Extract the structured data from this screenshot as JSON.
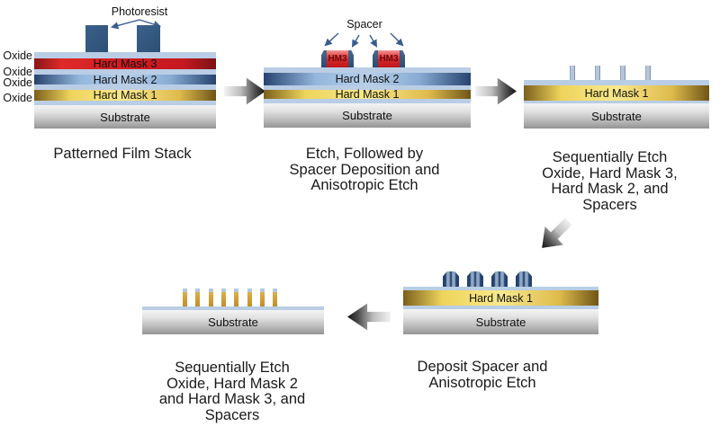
{
  "colors": {
    "oxide": "#b9cde5",
    "hard_mask_3_red": "#d01b20",
    "hard_mask_2_blue": "#b7d0ea",
    "hard_mask_2_edge": "#26436f",
    "hard_mask_1_gold": "#f8e98c",
    "hard_mask_1_edge": "#7c5f1b",
    "substrate_gray": "#b3b3b3",
    "photoresist_navy": "#2f5278",
    "spacer_navy": "#24426e",
    "gray_pillar": "#b6c5d8",
    "gold_pillar": "#c08c25",
    "annotation_arrow": "#3a5d8e",
    "flow_arrow_dark": "#111111",
    "text": "#1a1a1a"
  },
  "panel1": {
    "photoresist_label": "Photoresist",
    "oxide_labels": [
      "Oxide",
      "Oxide",
      "Oxide",
      "Oxide"
    ],
    "hm3": "Hard Mask 3",
    "hm2": "Hard Mask 2",
    "hm1": "Hard Mask 1",
    "substrate": "Substrate",
    "caption": "Patterned Film Stack"
  },
  "panel2": {
    "spacer_label": "Spacer",
    "hm3_left": "HM3",
    "hm3_right": "HM3",
    "hm2": "Hard Mask 2",
    "hm1": "Hard Mask 1",
    "substrate": "Substrate",
    "caption_lines": [
      "Etch, Followed by",
      "Spacer Deposition and",
      "Anisotropic Etch"
    ]
  },
  "panel3": {
    "hm1": "Hard Mask 1",
    "substrate": "Substrate",
    "caption_lines": [
      "Sequentially Etch",
      "Oxide, Hard Mask 3,",
      "Hard Mask 2, and",
      "Spacers"
    ]
  },
  "panel4": {
    "hm1": "Hard Mask 1",
    "substrate": "Substrate",
    "caption_lines": [
      "Deposit Spacer and",
      "Anisotropic Etch"
    ]
  },
  "panel5": {
    "substrate": "Substrate",
    "caption_lines": [
      "Sequentially Etch",
      "Oxide, Hard Mask 2",
      "and Hard Mask 3, and",
      "Spacers"
    ]
  }
}
